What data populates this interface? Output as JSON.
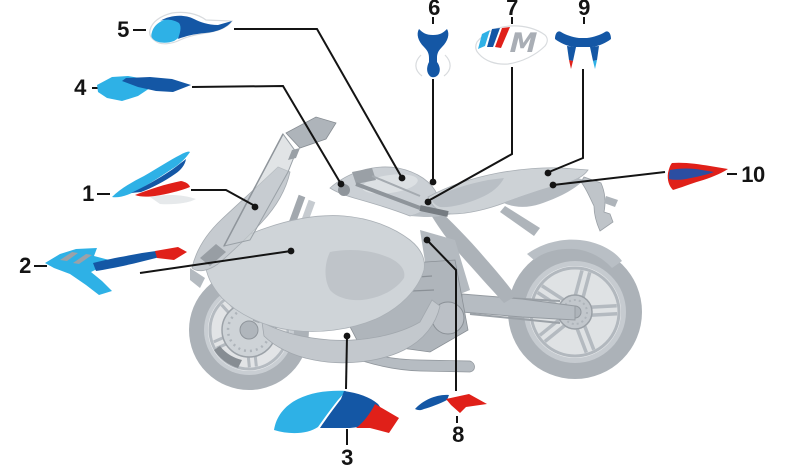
{
  "diagram": {
    "background": "#FFFFFF",
    "colors": {
      "cyan": "#2EB1E6",
      "blue": "#1457A5",
      "royal_blue": "#2B4EA2",
      "red": "#E02019",
      "logo_gray": "#A9AEB5",
      "outline_light": "#D8DBDE",
      "squiggle_gray": "#9BA1A8",
      "line_black": "#141414"
    },
    "logo": {
      "m": "M"
    },
    "callouts": [
      {
        "label": "1"
      },
      {
        "label": "2"
      },
      {
        "label": "3"
      },
      {
        "label": "4"
      },
      {
        "label": "5"
      },
      {
        "label": "6"
      },
      {
        "label": "7"
      },
      {
        "label": "8"
      },
      {
        "label": "9"
      },
      {
        "label": "10"
      }
    ]
  }
}
